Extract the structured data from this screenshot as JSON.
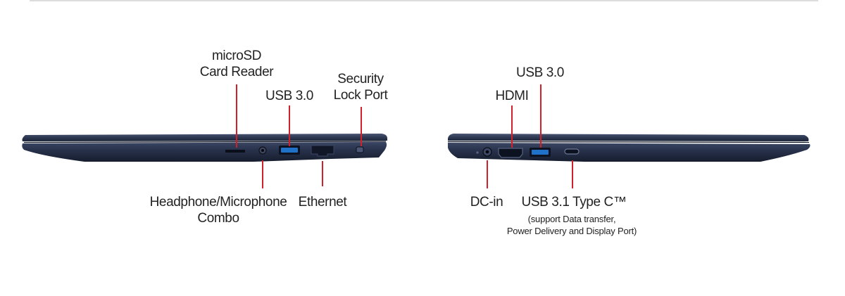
{
  "left_side": {
    "microsd": [
      "microSD",
      "Card Reader"
    ],
    "usb": "USB 3.0",
    "security": [
      "Security",
      "Lock Port"
    ],
    "headphone": [
      "Headphone/Microphone",
      "Combo"
    ],
    "ethernet": "Ethernet"
  },
  "right_side": {
    "usb": "USB 3.0",
    "hdmi": "HDMI",
    "dcin": "DC-in",
    "usbc": "USB 3.1 Type C™",
    "usbc_note": [
      "(support Data transfer,",
      "Power Delivery and Display Port)"
    ]
  },
  "colors": {
    "body": "#2b3650",
    "accent": "#d31f2a",
    "usb_port": "#1f72c8"
  }
}
